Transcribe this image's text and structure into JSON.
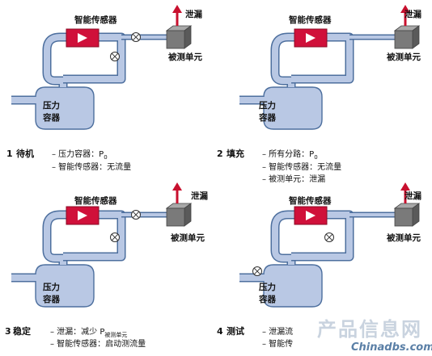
{
  "labels": {
    "sensor": "智能传感器",
    "leak": "泄漏",
    "unit_under_test": "被测单元",
    "pressure_vessel_line1": "压力",
    "pressure_vessel_line2": "容器"
  },
  "steps": [
    {
      "number": "1",
      "title": "待机",
      "lines": [
        {
          "text": "– 压力容器：P",
          "sub": "0"
        },
        {
          "text": "– 智能传感器：无流量",
          "sub": ""
        }
      ]
    },
    {
      "number": "2",
      "title": "填充",
      "lines": [
        {
          "text": "– 所有分路：P",
          "sub": "0"
        },
        {
          "text": "– 智能传感器：无流量",
          "sub": ""
        },
        {
          "text": "– 被测单元：泄漏",
          "sub": ""
        }
      ]
    },
    {
      "number": "3",
      "title": "稳定",
      "lines": [
        {
          "text": "– 泄漏：减少 P",
          "sub": "被测单元"
        },
        {
          "text": "– 智能传感器：启动测流量",
          "sub": ""
        }
      ]
    },
    {
      "number": "4",
      "title": "测试",
      "lines": [
        {
          "text": "– 泄漏流",
          "sub": ""
        },
        {
          "text": "– 智能传",
          "sub": ""
        }
      ]
    }
  ],
  "watermark": {
    "cn": "产品信息网",
    "en": "Chinadbs.com"
  },
  "colors": {
    "pipe_fill": "#b9c8e4",
    "pipe_stroke": "#4d6f9e",
    "sensor_red": "#d0103a",
    "unit_box": "#7a7a7a",
    "arrow_red": "#c8102e"
  }
}
